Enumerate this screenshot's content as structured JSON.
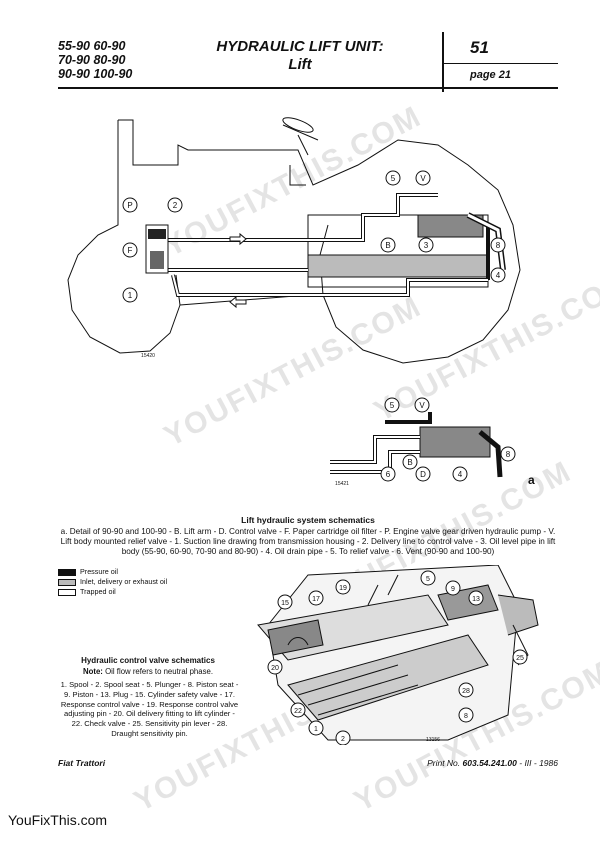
{
  "header": {
    "models": [
      "55-90  60-90",
      "70-90  80-90",
      "90-90 100-90"
    ],
    "title": "HYDRAULIC LIFT UNIT:",
    "subtitle": "Lift",
    "section_number": "51",
    "page": "page 21"
  },
  "figure1": {
    "callouts": [
      "5",
      "V",
      "P",
      "2",
      "F",
      "B",
      "3",
      "8",
      "4",
      "1"
    ],
    "ref_number": "15420"
  },
  "figure2": {
    "callouts": [
      "5",
      "V",
      "B",
      "D",
      "6",
      "8",
      "4"
    ],
    "ref_number": "15421",
    "panel_letter": "a"
  },
  "caption": {
    "title": "Lift hydraulic system schematics",
    "body": "a. Detail of 90-90 and 100-90 - B. Lift arm - D. Control valve - F. Paper cartridge oil filter - P. Engine valve gear driven hydraulic pump - V. Lift body mounted relief valve - 1. Suction line drawing from transmission housing - 2. Delivery line to control valve - 3. Oil level pipe in lift body (55-90, 60-90, 70-90 and 80-90) - 4. Oil drain pipe - 5. To relief valve - 6. Vent (90-90 and 100-90)"
  },
  "legend": [
    {
      "swatch": "pressure",
      "label": "Pressure oil"
    },
    {
      "swatch": "inlet",
      "label": "Inlet, delivery or exhaust oil"
    },
    {
      "swatch": "trapped",
      "label": "Trapped oil"
    }
  ],
  "control_valve": {
    "title": "Hydraulic control valve schematics",
    "note_label": "Note:",
    "note_text": "Oil flow refers to neutral phase.",
    "body": "1. Spool - 2. Spool seat - 5. Plunger - 8. Piston seat - 9. Piston - 13. Plug - 15. Cylinder safety valve - 17. Response control valve - 19. Response control valve adjusting pin - 20. Oil delivery fitting to lift cylinder - 22. Check valve - 25. Sensitivity pin lever - 28. Draught sensitivity pin.",
    "callouts": [
      "19",
      "5",
      "9",
      "17",
      "15",
      "13",
      "25",
      "20",
      "28",
      "22",
      "8",
      "1",
      "2"
    ],
    "ref_number": "13156"
  },
  "footer": {
    "left": "Fiat Trattori",
    "print_label": "Print No.",
    "print_number": "603.54.241.00",
    "print_suffix": " - III - 1986"
  },
  "site": "YouFixThis.com",
  "watermark": "YOUFIXTHIS.COM"
}
